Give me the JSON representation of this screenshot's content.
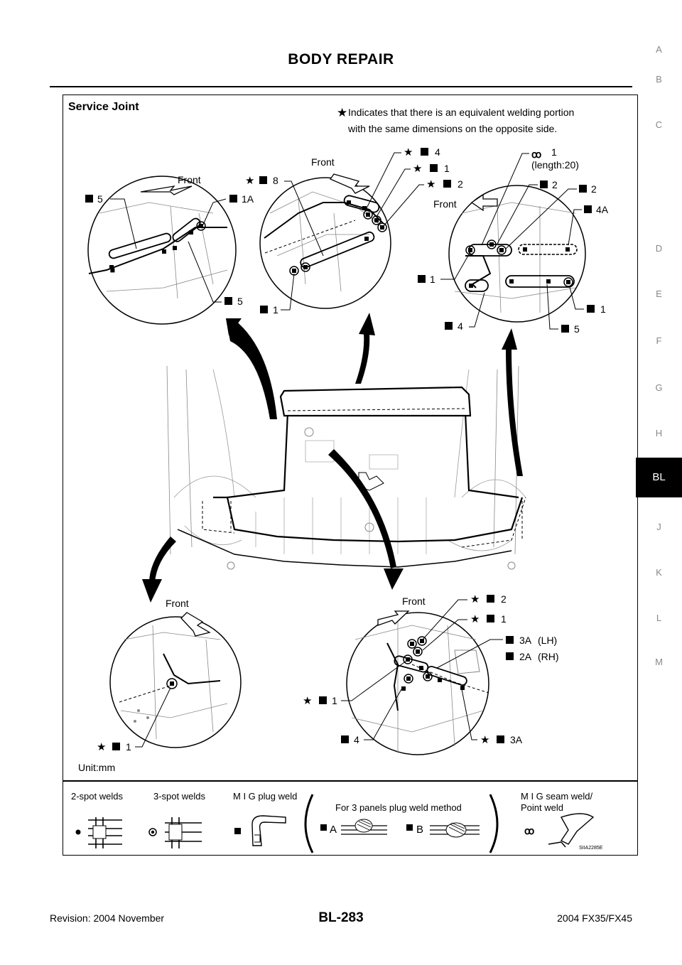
{
  "header": {
    "title": "BODY REPAIR"
  },
  "side_tabs": [
    "A",
    "B",
    "C",
    "D",
    "E",
    "F",
    "G",
    "H",
    "BL",
    "J",
    "K",
    "L",
    "M"
  ],
  "active_tab": "BL",
  "figure": {
    "heading": "Service Joint",
    "note_line1": "Indicates that there is an equivalent welding portion",
    "note_line2": "with the same dimensions on the opposite side.",
    "front": "Front",
    "length_note": "(length:20)",
    "unit": "Unit:mm",
    "code": "SIIA2285E",
    "callouts": [
      "5",
      "1A",
      "5",
      "1",
      "8",
      "4",
      "1",
      "2",
      "1",
      "2",
      "2",
      "4A",
      "1",
      "4",
      "1",
      "5",
      "2",
      "1",
      "3A",
      "(LH)",
      "2A",
      "(RH)",
      "1",
      "4",
      "3A",
      "1"
    ]
  },
  "legend": {
    "two_spot": "2-spot welds",
    "three_spot": "3-spot welds",
    "mig_plug": "M I G plug weld",
    "three_panels": "For 3 panels plug weld method",
    "a": "A",
    "b": "B",
    "mig_seam_1": "M I G seam weld/",
    "mig_seam_2": "Point weld"
  },
  "footer": {
    "revision": "Revision: 2004 November",
    "page": "BL-283",
    "model": "2004 FX35/FX45"
  }
}
